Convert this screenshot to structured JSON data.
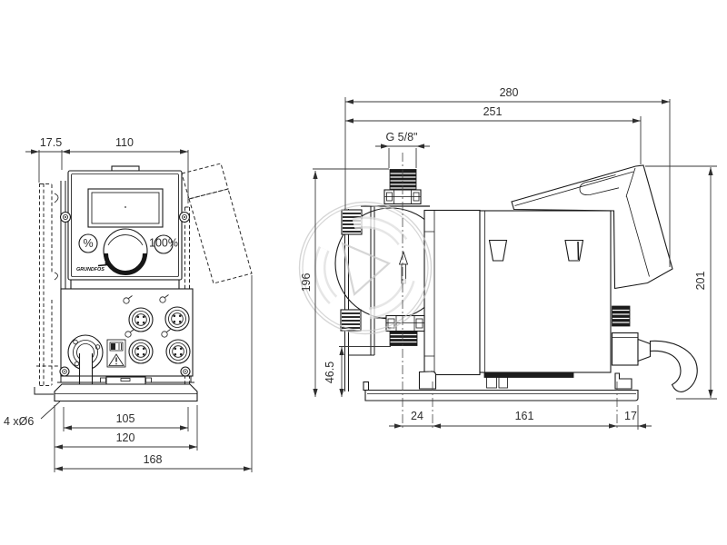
{
  "drawing": {
    "front_view": {
      "dim_17_5": "17.5",
      "dim_110": "110",
      "hole_note": "4 xØ6",
      "dim_105": "105",
      "dim_120": "120",
      "dim_168": "168",
      "panel": {
        "percent_button": "%",
        "full_speed_button": "100%",
        "brand": "GRUNDFOS"
      }
    },
    "side_view": {
      "dim_280": "280",
      "dim_251": "251",
      "thread_note": "G 5/8\"",
      "dim_196": "196",
      "dim_46_5": "46.5",
      "dim_201": "201",
      "dim_24": "24",
      "dim_161": "161",
      "dim_17": "17"
    }
  },
  "colors": {
    "line": "#1a1a1a",
    "dim_text": "#2e2e2e",
    "watermark": "#c9c9c9",
    "background": "#ffffff"
  }
}
